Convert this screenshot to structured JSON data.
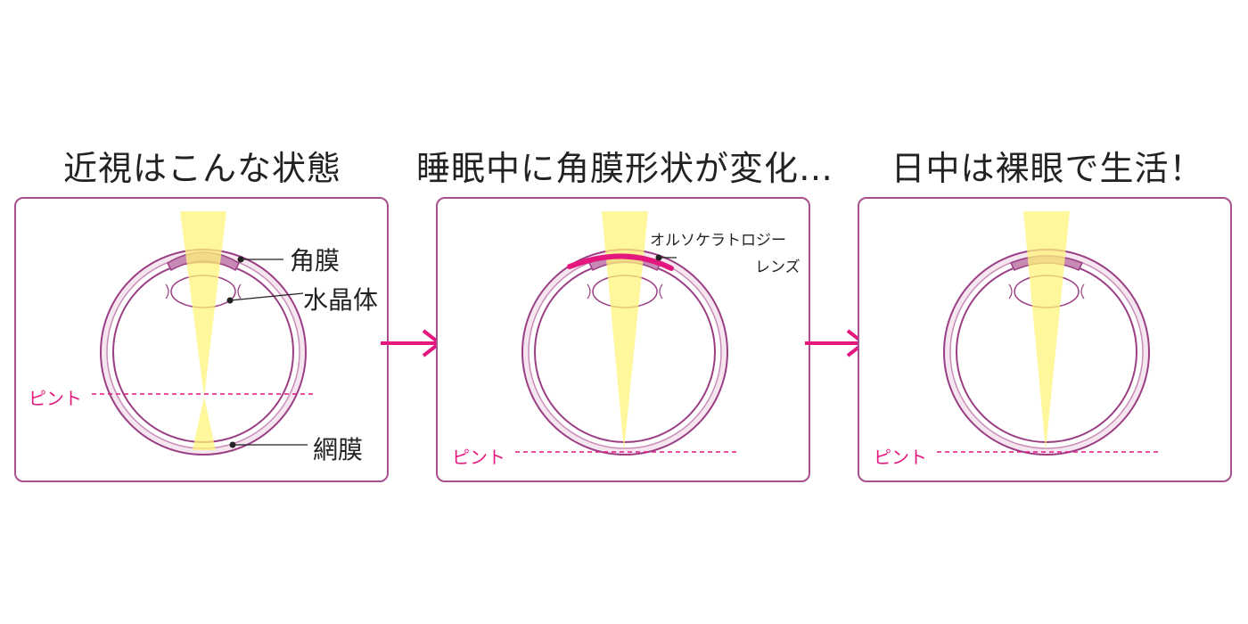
{
  "panels": [
    {
      "title": "近視はこんな状態",
      "labels": {
        "cornea": "角膜",
        "lens": "水晶体",
        "retina": "網膜"
      },
      "focus_label": "ピント"
    },
    {
      "title": "睡眠中に角膜形状が変化…",
      "labels": {
        "ortho_line1": "オルソケラトロジー",
        "ortho_line2": "レンズ"
      },
      "focus_label": "ピント"
    },
    {
      "title": "日中は裸眼で生活！",
      "focus_label": "ピント"
    }
  ],
  "colors": {
    "frame": "#a8508f",
    "accent": "#e4177f",
    "light": "#fff47a",
    "eye_outline": "#9b3f85",
    "eye_fill": "#f2dcea"
  }
}
